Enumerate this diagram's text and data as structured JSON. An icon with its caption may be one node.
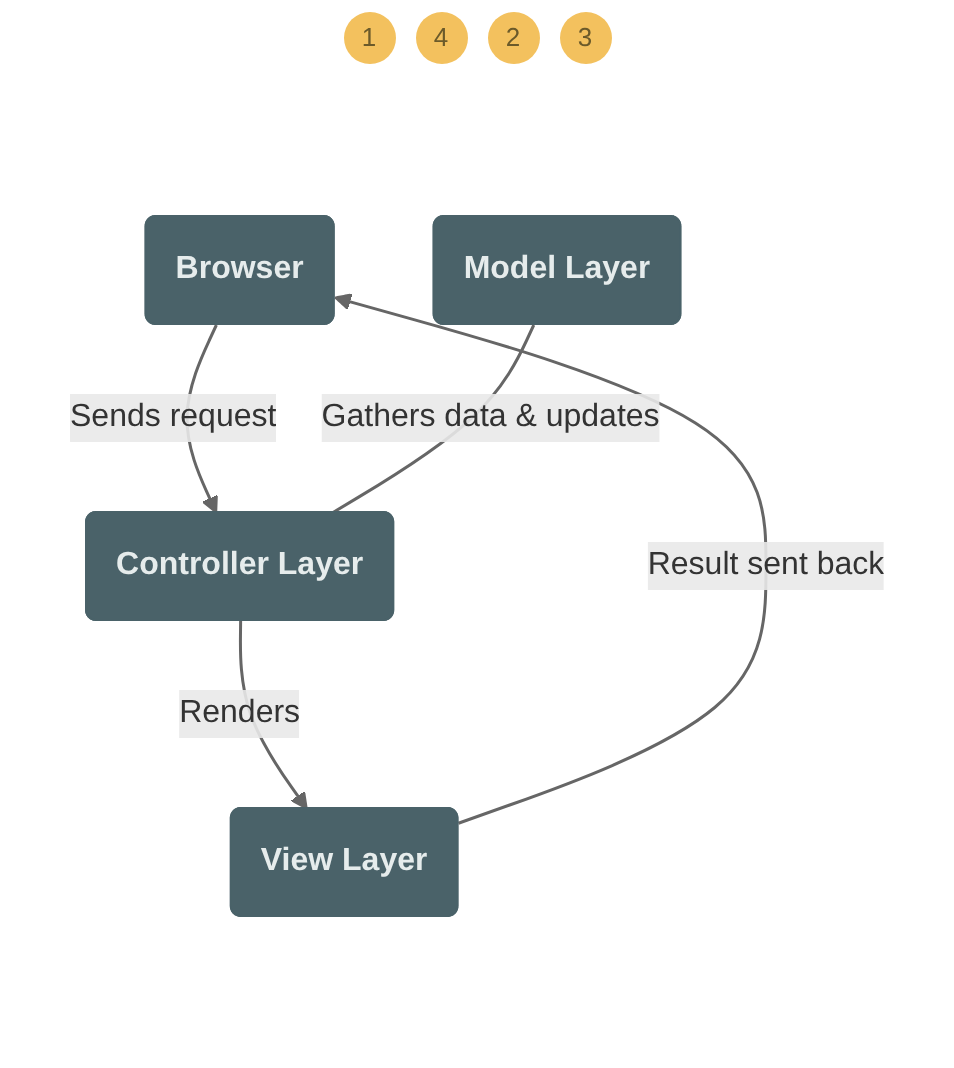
{
  "diagram": {
    "nodes": [
      {
        "text": [
          "Browser"
        ]
      },
      {
        "text": [
          "Model Layer"
        ]
      },
      {
        "text": [
          "Controller Layer"
        ]
      },
      {
        "text": [
          "View Layer"
        ]
      }
    ],
    "edges": [
      {
        "from": 0,
        "to": 2,
        "arrow": "to",
        "label": "Sends request"
      },
      {
        "from": 1,
        "to": 2,
        "arrow": "none",
        "label": "Gathers data & updates"
      },
      {
        "from": 2,
        "to": 3,
        "arrow": "to",
        "label": "Renders"
      },
      {
        "from": 3,
        "to": 0,
        "arrow": "to",
        "label": "Result sent back"
      }
    ],
    "labels": [
      "1",
      "4",
      "2",
      "3"
    ]
  }
}
